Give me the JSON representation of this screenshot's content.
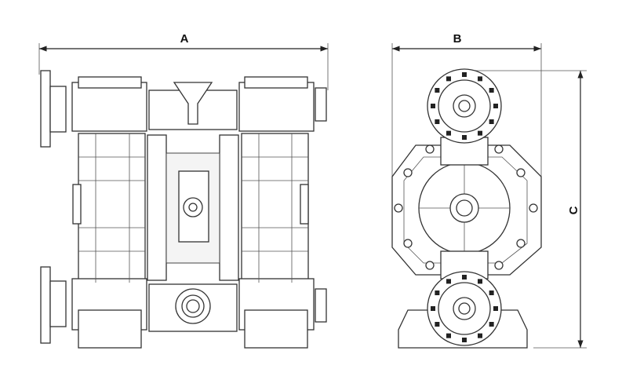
{
  "drawing": {
    "dimension_labels": {
      "width_front": "A",
      "width_side": "B",
      "height": "C"
    },
    "views": [
      "front-view",
      "side-view"
    ]
  }
}
